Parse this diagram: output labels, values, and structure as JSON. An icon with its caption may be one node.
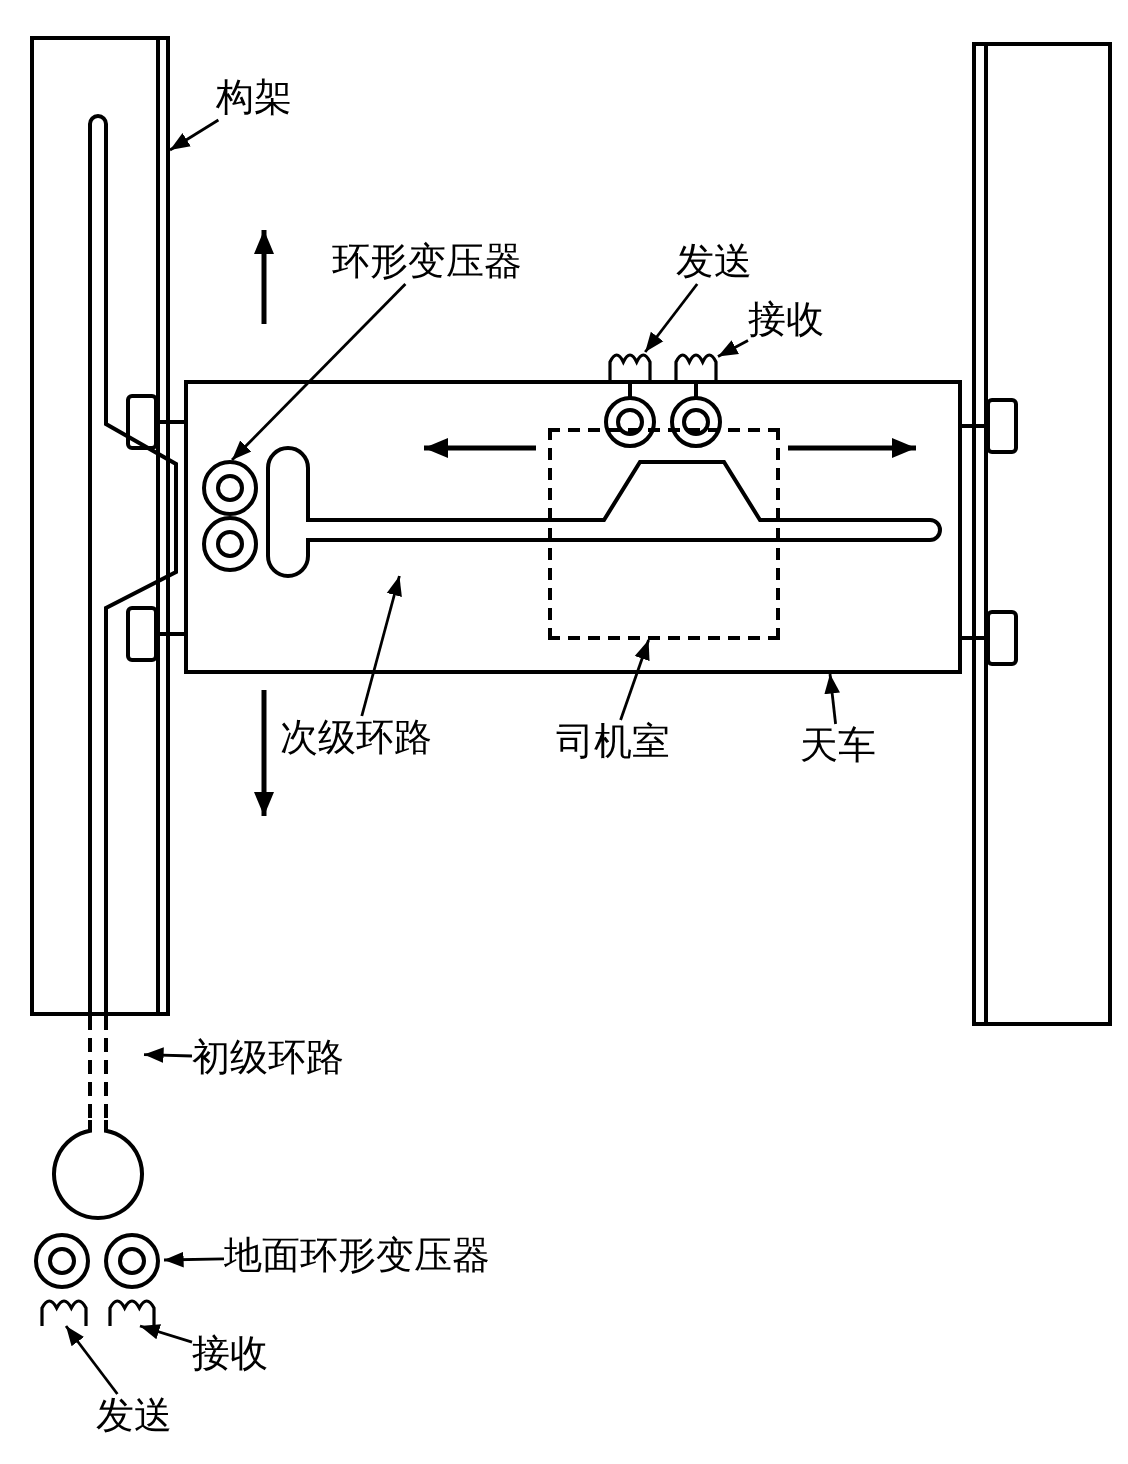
{
  "diagram": {
    "nodes": [
      {
        "text": [
          "构架"
        ]
      },
      {
        "text": [],
        "shape": "box"
      },
      {
        "text": [
          "天车"
        ]
      },
      {
        "text": [],
        "shape": "box"
      },
      {
        "text": [
          "环形变压器"
        ]
      },
      {
        "text": [],
        "shape": "circle",
        "in": 3
      },
      {
        "text": [
          "发送"
        ]
      },
      {
        "text": [],
        "shape": "coil"
      },
      {
        "text": [
          "接收"
        ]
      },
      {
        "text": [],
        "shape": "coil"
      },
      {
        "text": [
          "次级环路"
        ]
      },
      {
        "text": [],
        "shape": "loop",
        "in": 3
      },
      {
        "text": [
          "司机室"
        ]
      },
      {
        "text": [],
        "shape": "box",
        "in": 3
      },
      {
        "text": [
          "初级环路"
        ]
      },
      {
        "text": [],
        "shape": "loop"
      },
      {
        "text": [
          "地面环形变压器"
        ]
      },
      {
        "text": [],
        "shape": "circle"
      },
      {
        "text": [
          "接收"
        ]
      },
      {
        "text": [],
        "shape": "coil"
      },
      {
        "text": [
          "发送"
        ]
      },
      {
        "text": [],
        "shape": "coil"
      }
    ],
    "edges": [
      {
        "from": 0,
        "to": 1,
        "arrow": "to"
      },
      {
        "from": 2,
        "to": 3,
        "arrow": "to"
      },
      {
        "from": 4,
        "to": 5,
        "arrow": "to"
      },
      {
        "from": 6,
        "to": 7,
        "arrow": "to"
      },
      {
        "from": 8,
        "to": 9,
        "arrow": "to"
      },
      {
        "from": 10,
        "to": 11,
        "arrow": "to"
      },
      {
        "from": 12,
        "to": 13,
        "arrow": "to"
      },
      {
        "from": 14,
        "to": 15,
        "arrow": "to"
      },
      {
        "from": 16,
        "to": 17,
        "arrow": "to"
      },
      {
        "from": 18,
        "to": 19,
        "arrow": "to"
      },
      {
        "from": 20,
        "to": 21,
        "arrow": "to"
      }
    ]
  }
}
